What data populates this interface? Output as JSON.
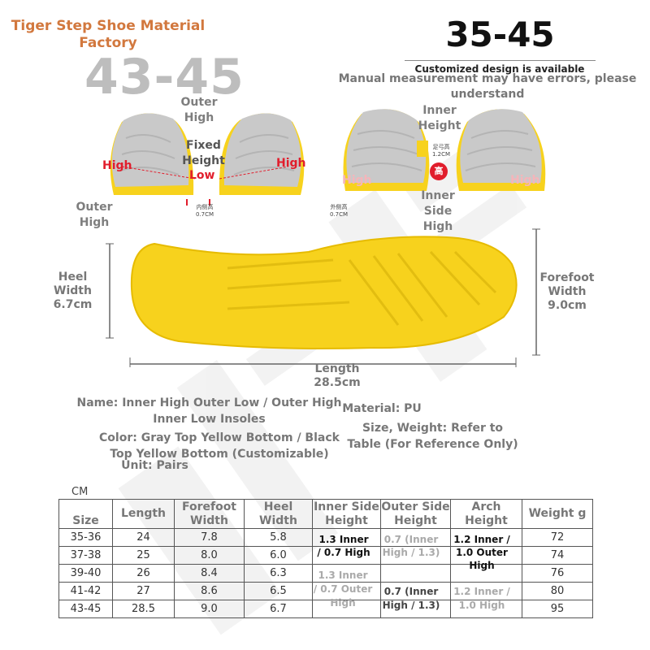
{
  "brand": {
    "line1": "Tiger Step Shoe Material",
    "line2": "Factory"
  },
  "size_range_ghost": "43-45",
  "size_range": "35-45",
  "customized": "Customized design is available",
  "note": {
    "line1": "Manual measurement may have errors, please",
    "line2": "understand"
  },
  "left_insoles": {
    "outer_high_top": {
      "line1": "Outer",
      "line2": "High"
    },
    "outer_high_bottom": {
      "line1": "Outer",
      "line2": "High"
    },
    "fixed_height": {
      "line1": "Fixed",
      "line2": "Height"
    },
    "high_left": "High",
    "high_right": "High",
    "low": "Low",
    "inner_tag": {
      "line1": "内侧高",
      "line2": "0.7CM"
    },
    "outer_tag": {
      "line1": "外侧高",
      "line2": "0.7CM"
    }
  },
  "right_insoles": {
    "inner_height": {
      "line1": "Inner",
      "line2": "Height"
    },
    "inner_side_high": {
      "line1": "Inner",
      "line2": "Side",
      "line3": "High"
    },
    "high_left": "High",
    "high_right": "High",
    "gao": "高",
    "arch_tag": {
      "line1": "足弓高",
      "line2": "1.2CM"
    }
  },
  "dimensions": {
    "heel": {
      "line1": "Heel",
      "line2": "Width",
      "line3": "6.7cm"
    },
    "forefoot": {
      "line1": "Forefoot",
      "line2": "Width",
      "line3": "9.0cm"
    },
    "length": {
      "line1": "Length",
      "line2": "28.5cm"
    }
  },
  "info": {
    "name": {
      "line1": "Name: Inner High Outer Low / Outer High",
      "line2": "Inner Low Insoles"
    },
    "material": "Material: PU",
    "color": {
      "line1": "Color: Gray Top Yellow Bottom / Black",
      "line2": "Top Yellow Bottom (Customizable)"
    },
    "size_weight": {
      "line1": "Size, Weight: Refer to",
      "line2": "Table (For Reference Only)"
    },
    "unit": "Unit: Pairs"
  },
  "table": {
    "unit": "CM",
    "headers": {
      "size": "Size",
      "length": "Length",
      "forefoot": {
        "line1": "Forefoot",
        "line2": "Width"
      },
      "heel": {
        "line1": "Heel",
        "line2": "Width"
      },
      "inner": {
        "line1": "Inner Side",
        "line2": "Height"
      },
      "outer": {
        "line1": "Outer Side",
        "line2": "Height"
      },
      "arch": {
        "line1": "Arch",
        "line2": "Height"
      },
      "weight": "Weight g"
    },
    "rows": [
      {
        "size": "35-36",
        "length": "24",
        "forefoot": "7.8",
        "heel": "5.8",
        "weight": "72"
      },
      {
        "size": "37-38",
        "length": "25",
        "forefoot": "8.0",
        "heel": "6.0",
        "weight": "74"
      },
      {
        "size": "39-40",
        "length": "26",
        "forefoot": "8.4",
        "heel": "6.3",
        "weight": "76"
      },
      {
        "size": "41-42",
        "length": "27",
        "forefoot": "8.6",
        "heel": "6.5",
        "weight": "80"
      },
      {
        "size": "43-45",
        "length": "28.5",
        "forefoot": "9.0",
        "heel": "6.7",
        "weight": "95"
      }
    ],
    "overflow": {
      "inner_a1": "1.3 Inner",
      "inner_a2": "/ 0.7 High",
      "outer_a1": "0.7 (Inner",
      "outer_a2": "High / 1.3)",
      "arch_a1": "1.2 Inner /",
      "arch_a2": "1.0 Outer",
      "arch_a3": "High",
      "inner_b1": "1.3 Inner",
      "inner_b2": "/ 0.7 Outer",
      "inner_b3": "High",
      "outer_b1": "0.7 (Inner",
      "outer_b2": "High / 1.3)",
      "arch_b1": "1.2 Inner /",
      "arch_b2": "1.0 High"
    }
  },
  "colors": {
    "brand": "#d2783e",
    "accent_red": "#e11d2c",
    "sole_yellow": "#f7d21d",
    "insole_gray": "#c9c9c9"
  }
}
